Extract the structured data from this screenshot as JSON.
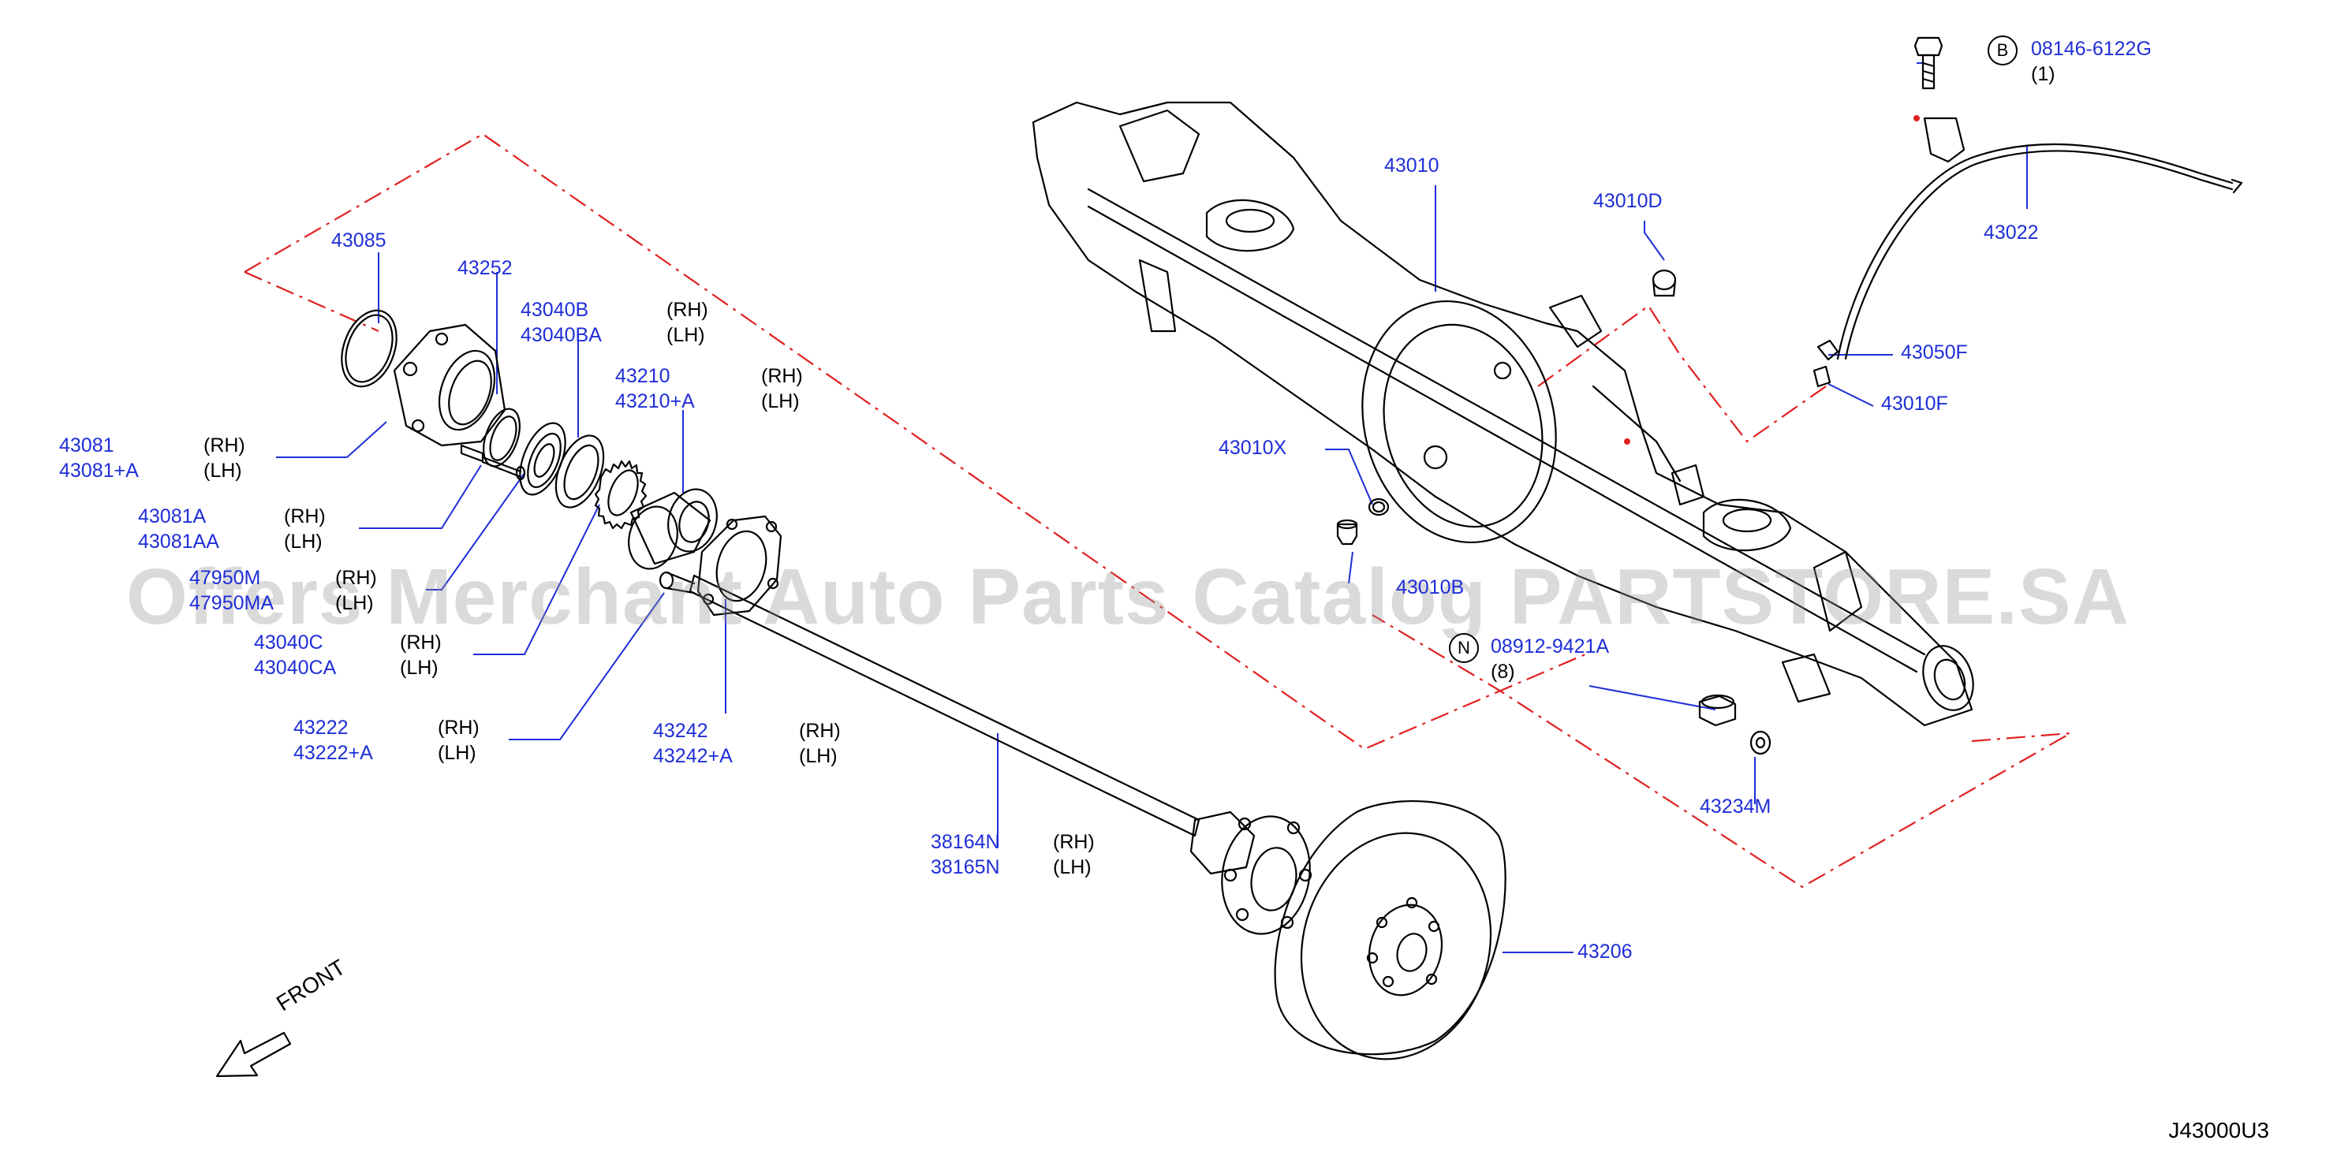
{
  "watermark": "Offers Merchant Auto Parts Catalog PARTSTORE.SA",
  "diagram_code": "J43000U3",
  "front_label": "FRONT",
  "colors": {
    "part_number": "#1f2ed8",
    "leader": "#1f2ed8",
    "dash_frame": "#e02020",
    "art": "#000000"
  },
  "parts": [
    {
      "id": "43085",
      "lines": [
        "43085"
      ]
    },
    {
      "id": "43252",
      "lines": [
        "43252"
      ]
    },
    {
      "id": "43040B",
      "lines": [
        "43040B",
        "43040BA"
      ],
      "sides": [
        "(RH)",
        "(LH)"
      ]
    },
    {
      "id": "43210",
      "lines": [
        "43210",
        "43210+A"
      ],
      "sides": [
        "(RH)",
        "(LH)"
      ]
    },
    {
      "id": "43081",
      "lines": [
        "43081",
        "43081+A"
      ],
      "sides": [
        "(RH)",
        "(LH)"
      ]
    },
    {
      "id": "43081A",
      "lines": [
        "43081A",
        "43081AA"
      ],
      "sides": [
        "(RH)",
        "(LH)"
      ]
    },
    {
      "id": "47950M",
      "lines": [
        "47950M",
        "47950MA"
      ],
      "sides": [
        "(RH)",
        "(LH)"
      ]
    },
    {
      "id": "43040C",
      "lines": [
        "43040C",
        "43040CA"
      ],
      "sides": [
        "(RH)",
        "(LH)"
      ]
    },
    {
      "id": "43222",
      "lines": [
        "43222",
        "43222+A"
      ],
      "sides": [
        "(RH)",
        "(LH)"
      ]
    },
    {
      "id": "43242",
      "lines": [
        "43242",
        "43242+A"
      ],
      "sides": [
        "(RH)",
        "(LH)"
      ]
    },
    {
      "id": "38164N",
      "lines": [
        "38164N",
        "38165N"
      ],
      "sides": [
        "(RH)",
        "(LH)"
      ]
    },
    {
      "id": "43206",
      "lines": [
        "43206"
      ]
    },
    {
      "id": "43010",
      "lines": [
        "43010"
      ]
    },
    {
      "id": "43010D",
      "lines": [
        "43010D"
      ]
    },
    {
      "id": "43010X",
      "lines": [
        "43010X"
      ]
    },
    {
      "id": "43010B",
      "lines": [
        "43010B"
      ]
    },
    {
      "id": "08912-9421A",
      "prefix": "N",
      "lines": [
        "08912-9421A"
      ],
      "qty": "(8)"
    },
    {
      "id": "43234M",
      "lines": [
        "43234M"
      ]
    },
    {
      "id": "08146-6122G",
      "prefix": "B",
      "lines": [
        "08146-6122G"
      ],
      "qty": "(1)"
    },
    {
      "id": "43022",
      "lines": [
        "43022"
      ]
    },
    {
      "id": "43050F",
      "lines": [
        "43050F"
      ]
    },
    {
      "id": "43010F",
      "lines": [
        "43010F"
      ]
    }
  ]
}
